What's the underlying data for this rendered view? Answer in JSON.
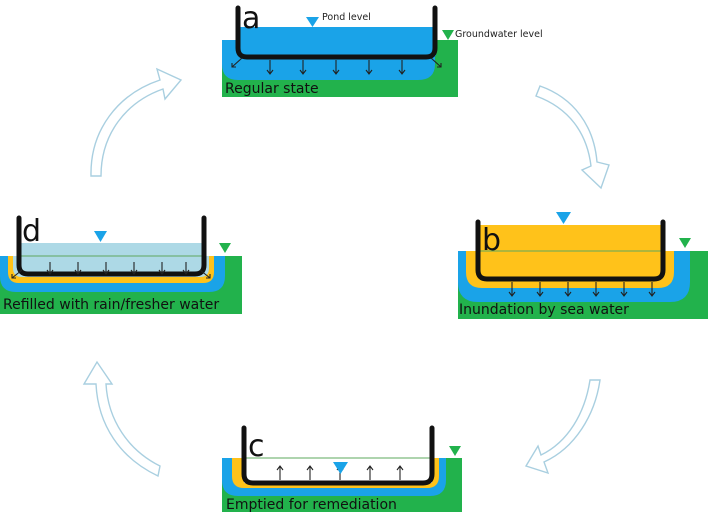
{
  "legend": {
    "pond_level": "Pond level",
    "groundwater_level": "Groundwater level"
  },
  "panels": {
    "a": {
      "letter": "a",
      "caption": "Regular state"
    },
    "b": {
      "letter": "b",
      "caption": "Inundation by sea water"
    },
    "c": {
      "letter": "c",
      "caption": "Emptied for remediation"
    },
    "d": {
      "letter": "d",
      "caption": "Refilled with rain/fresher water"
    }
  },
  "colors": {
    "ground": "#22b24c",
    "fresh_water": "#1aa3e8",
    "sea_water": "#ffc21a",
    "refill_water": "#add9e6",
    "wall": "#111111",
    "cycle_arrow_outline": "#a9cfe0"
  }
}
